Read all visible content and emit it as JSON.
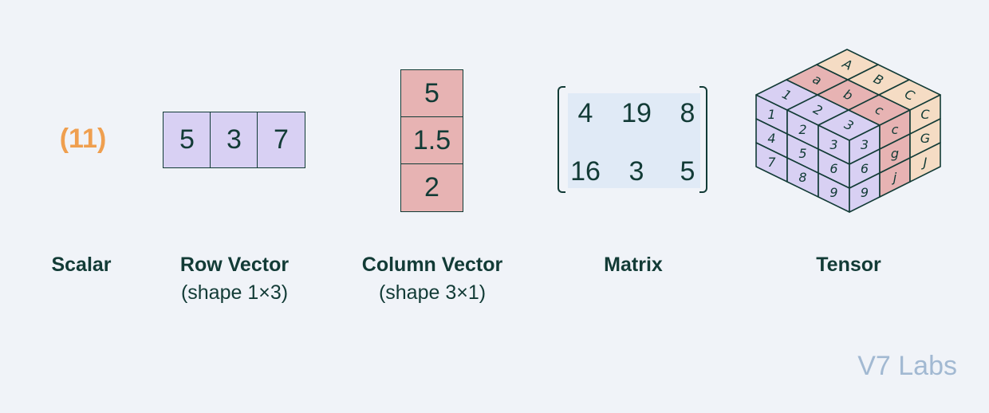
{
  "scalar": {
    "value": "(11)",
    "label": "Scalar"
  },
  "row_vector": {
    "values": [
      "5",
      "3",
      "7"
    ],
    "label": "Row Vector",
    "sublabel": "(shape 1×3)"
  },
  "column_vector": {
    "values": [
      "5",
      "1.5",
      "2"
    ],
    "label": "Column Vector",
    "sublabel": "(shape 3×1)"
  },
  "matrix": {
    "rows": [
      [
        "4",
        "19",
        "8"
      ],
      [
        "16",
        "3",
        "5"
      ]
    ],
    "label": "Matrix"
  },
  "tensor": {
    "label": "Tensor",
    "front_face": [
      [
        "1",
        "2",
        "3"
      ],
      [
        "4",
        "5",
        "6"
      ],
      [
        "7",
        "8",
        "9"
      ]
    ],
    "top_face": [
      [
        "A",
        "B",
        "C"
      ],
      [
        "a",
        "b",
        "c"
      ],
      [
        "1",
        "2",
        "3"
      ]
    ],
    "right_face": [
      [
        "3",
        "c",
        "C"
      ],
      [
        "6",
        "g",
        "G"
      ],
      [
        "9",
        "j",
        "J"
      ]
    ]
  },
  "brand": "V7 Labs",
  "colors": {
    "purple": "#d8d0f3",
    "pink": "#e7b3b3",
    "peach": "#f5dcc4",
    "matrix_bg": "#e0eaf6",
    "ink": "#123b36",
    "scalar": "#ef9f4f",
    "brand": "#a2b9d2"
  }
}
